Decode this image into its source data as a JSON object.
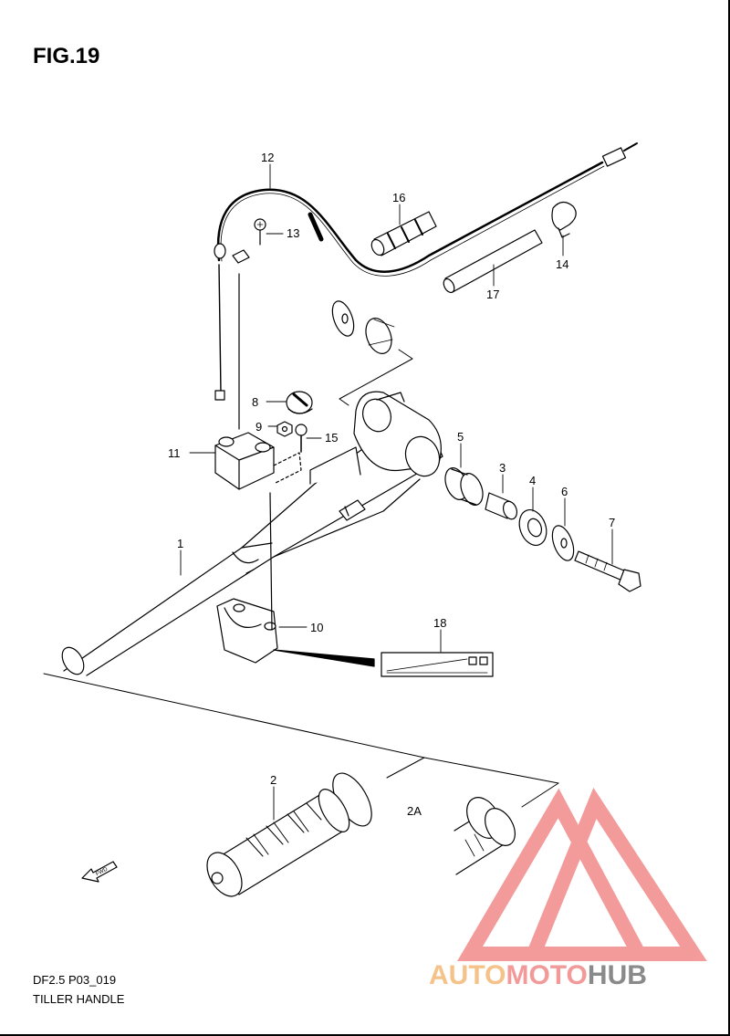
{
  "title": "FIG.19",
  "footer": {
    "code": "DF2.5 P03_019",
    "name": "TILLER HANDLE"
  },
  "fwd_label": "FWD",
  "watermark": {
    "part1": "AUTO",
    "part2": "MOTO",
    "part3": "HUB",
    "colors": {
      "part1": "#f5c28a",
      "part2": "#f29a9a",
      "part3": "#8a8a8a",
      "logo": "#f07a7a"
    }
  },
  "callouts": {
    "c1": "1",
    "c2": "2",
    "c2a": "2A",
    "c3": "3",
    "c4": "4",
    "c5": "5",
    "c6": "6",
    "c7": "7",
    "c8": "8",
    "c9": "9",
    "c10": "10",
    "c11": "11",
    "c12": "12",
    "c13": "13",
    "c14": "14",
    "c15": "15",
    "c16": "16",
    "c17": "17",
    "c18": "18"
  }
}
